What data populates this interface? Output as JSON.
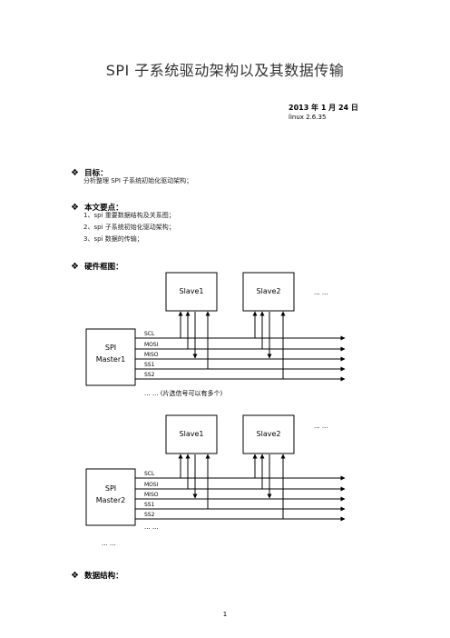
{
  "doc": {
    "title": "SPI 子系统驱动架构以及其数据传输",
    "date": "2013 年 1 月 24 日",
    "version": "linux 2.6.35",
    "sections": {
      "goal_heading": "目标：",
      "goal_text": "分析整理 SPI 子系统初始化驱动架构；",
      "points_heading": "本文要点：",
      "points": [
        "1、spi 重要数据结构及关系图；",
        "2、spi 子系统初始化驱动架构；",
        "3、spi 数据的传输；"
      ],
      "hw_heading": "硬件框图：",
      "data_heading": "数据结构："
    },
    "diagram1": {
      "slave1": "Slave1",
      "slave2": "Slave2",
      "more_slaves": "... ...",
      "master_line1": "SPI",
      "master_line2": "Master1",
      "signals": [
        "SCL",
        "MOSI",
        "MISO",
        "SS1",
        "SS2"
      ],
      "note": "... ... (片选信号可以有多个)"
    },
    "diagram2": {
      "slave1": "Slave1",
      "slave2": "Slave2",
      "more_slaves": "... ...",
      "master_line1": "SPI",
      "master_line2": "Master2",
      "signals": [
        "SCL",
        "MOSI",
        "MISO",
        "SS1",
        "SS2"
      ],
      "more_signals": "... ...",
      "more_masters": "... ..."
    },
    "page_number": "1"
  }
}
